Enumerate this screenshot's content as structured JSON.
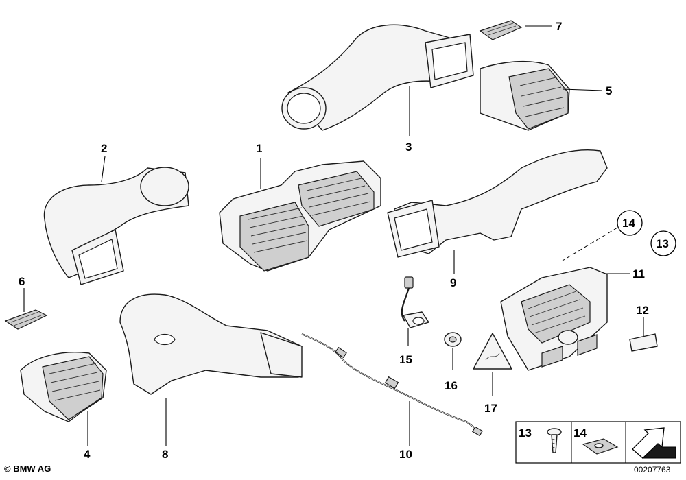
{
  "diagram": {
    "part_labels": {
      "p1": "1",
      "p2": "2",
      "p3": "3",
      "p4": "4",
      "p5": "5",
      "p6": "6",
      "p7": "7",
      "p8": "8",
      "p9": "9",
      "p10": "10",
      "p11": "11",
      "p12": "12",
      "p13": "13",
      "p14": "14",
      "p15": "15",
      "p16": "16",
      "p17": "17"
    },
    "circled_labels": {
      "c14": "14",
      "c13": "13"
    },
    "legend_box": {
      "screw_label": "13",
      "clip_label": "14"
    },
    "copyright": "© BMW AG",
    "document_number": "00207763"
  }
}
